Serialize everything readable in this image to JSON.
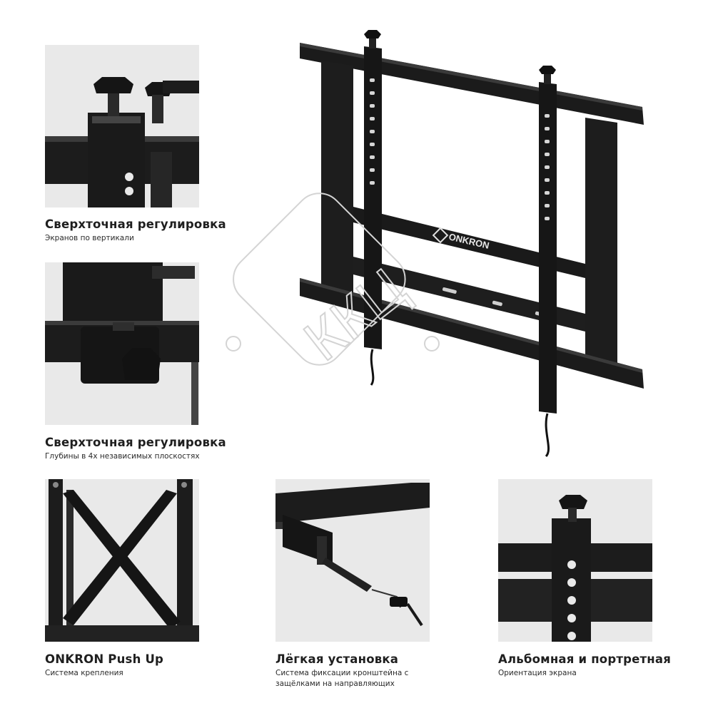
{
  "hero": {
    "brand_text": "ONKRON",
    "icon": "onkron-logo-icon"
  },
  "watermark": {
    "text": "ККЦ",
    "icon": "kkc-watermark"
  },
  "features": [
    {
      "title": "Сверхточная регулировка",
      "subtitle": "Экранов по вертикали"
    },
    {
      "title": "Сверхточная регулировка",
      "subtitle": "Глубины в 4х независимых плоскостях"
    },
    {
      "title": "ONKRON Push Up",
      "subtitle": "Система крепления"
    },
    {
      "title": "Лёгкая установка",
      "subtitle": "Система фиксации кронштейна с защёлками на направляющих"
    },
    {
      "title": "Альбомная и портретная",
      "subtitle": "Ориентация экрана"
    }
  ],
  "colors": {
    "photo_bg": "#e9e9e9",
    "metal": "#1c1c1c",
    "text": "#1f1f1f"
  }
}
